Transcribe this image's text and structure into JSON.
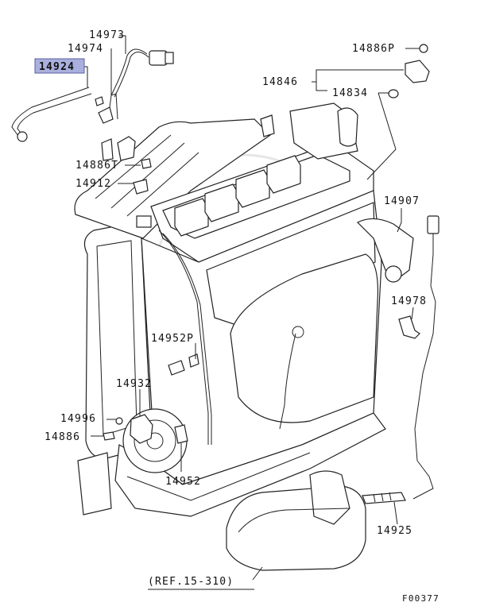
{
  "diagram": {
    "figure_code": "F00377",
    "reference": "(REF.15-310)",
    "selected_part": "14924",
    "parts": [
      {
        "id": "p14924",
        "number": "14924"
      },
      {
        "id": "p14973",
        "number": "14973"
      },
      {
        "id": "p14974",
        "number": "14974"
      },
      {
        "id": "p14886P_top",
        "number": "14886P"
      },
      {
        "id": "p14846",
        "number": "14846"
      },
      {
        "id": "p14834",
        "number": "14834"
      },
      {
        "id": "p14886T",
        "number": "14886T"
      },
      {
        "id": "p14912",
        "number": "14912"
      },
      {
        "id": "p14907",
        "number": "14907"
      },
      {
        "id": "p14978",
        "number": "14978"
      },
      {
        "id": "p14952P",
        "number": "14952P"
      },
      {
        "id": "p14932",
        "number": "14932"
      },
      {
        "id": "p14996",
        "number": "14996"
      },
      {
        "id": "p14886",
        "number": "14886"
      },
      {
        "id": "p14952",
        "number": "14952"
      },
      {
        "id": "p14925",
        "number": "14925"
      }
    ]
  }
}
